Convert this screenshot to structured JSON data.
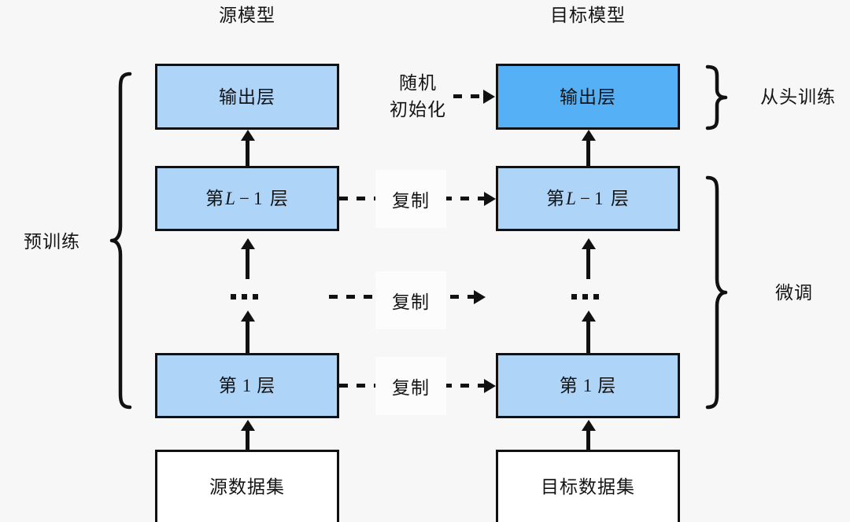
{
  "diagram": {
    "background_color": "#f7f7f7",
    "stroke_color": "#111111",
    "layer_fill": "#aed4f8",
    "accent_fill": "#55b0f6",
    "dataset_fill": "#ffffff",
    "copy_label_fill": "#fcfcfc"
  },
  "titles": {
    "source_model": "源模型",
    "target_model": "目标模型"
  },
  "source_column": {
    "output_layer": "输出层",
    "layer_L_minus_1": {
      "prefix": "第",
      "var": "L",
      "op": "−",
      "num": "1",
      "suffix": "层"
    },
    "ellipsis": "...",
    "layer_1": {
      "prefix": "第",
      "num": "1",
      "suffix": "层"
    },
    "dataset": "源数据集"
  },
  "target_column": {
    "output_layer": "输出层",
    "layer_L_minus_1": {
      "prefix": "第",
      "var": "L",
      "op": "−",
      "num": "1",
      "suffix": "层"
    },
    "ellipsis": "...",
    "layer_1": {
      "prefix": "第",
      "num": "1",
      "suffix": "层"
    },
    "dataset": "目标数据集"
  },
  "connectors": {
    "random_init_line1": "随机",
    "random_init_line2": "初始化",
    "copy_1": "复制",
    "copy_2": "复制",
    "copy_3": "复制"
  },
  "braces": {
    "pretraining": "预训练",
    "train_from_scratch": "从头训练",
    "fine_tuning": "微调"
  }
}
